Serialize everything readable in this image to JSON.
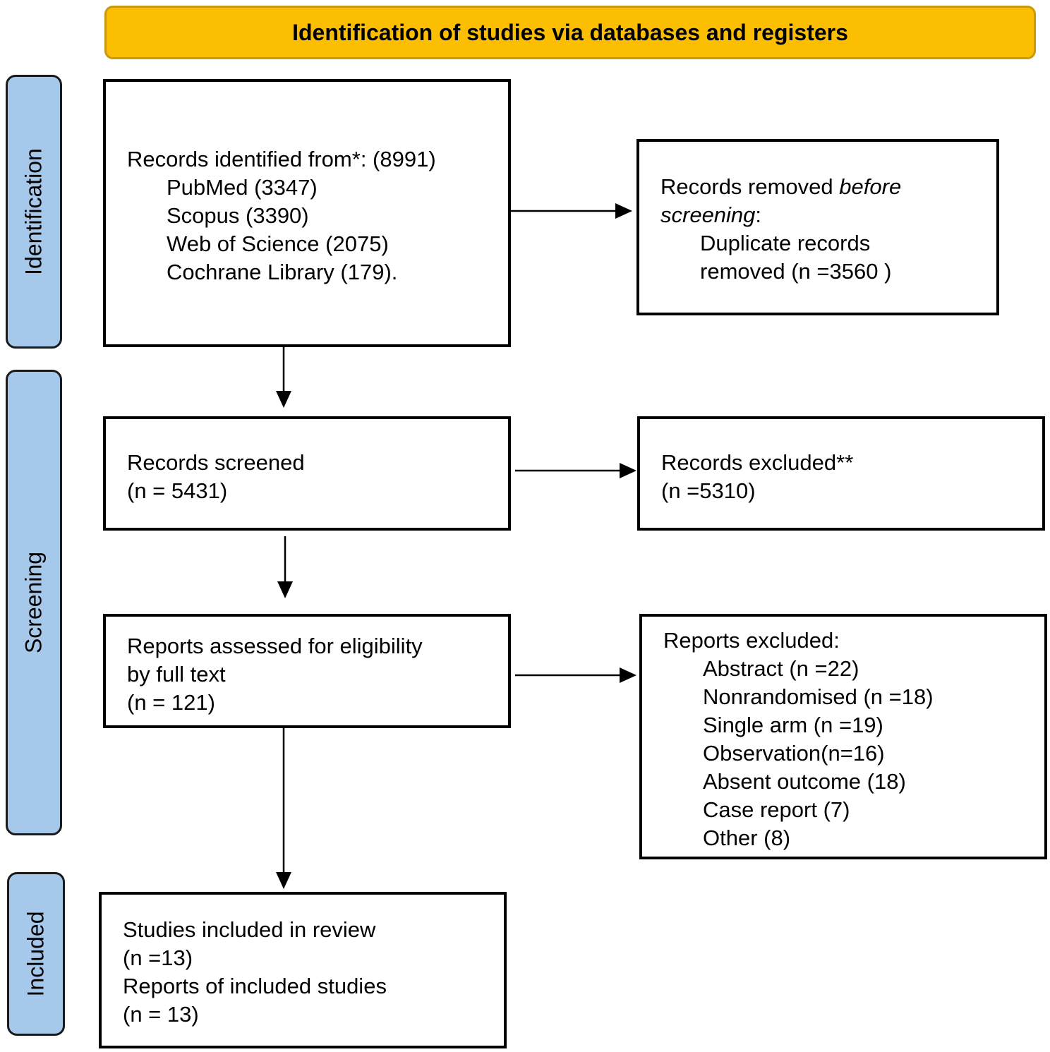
{
  "colors": {
    "banner": "#fbbe00",
    "stage": "#a6c8ea",
    "box_border": "#000000"
  },
  "banner": {
    "title": "Identification of studies via databases and registers"
  },
  "stages": {
    "identification": "Identification",
    "screening": "Screening",
    "included": "Included"
  },
  "records_identified": {
    "heading": "Records identified from*: (8991)",
    "sources": [
      "PubMed (3347)",
      "Scopus (3390)",
      "Web of Science (2075)",
      "Cochrane Library (179)."
    ]
  },
  "records_removed": {
    "prefix": "Records removed ",
    "emphasis_1": "before",
    "emphasis_2": "screening",
    "suffix": ":",
    "detail_1": "Duplicate records",
    "detail_2": "removed (n =3560  )"
  },
  "records_screened": {
    "line_1": "Records screened",
    "line_2": "(n = 5431)"
  },
  "records_excluded": {
    "line_1": "Records excluded**",
    "line_2": "(n =5310)"
  },
  "reports_assessed": {
    "line_1": "Reports assessed for eligibility",
    "line_2": "by full text",
    "line_3": "(n = 121)"
  },
  "reports_excluded": {
    "heading": "Reports excluded:",
    "reasons": [
      "Abstract (n =22)",
      "Nonrandomised (n =18)",
      "Single arm (n =19)",
      "Observation(n=16)",
      "Absent outcome (18)",
      "Case report (7)",
      "Other (8)"
    ]
  },
  "studies_included": {
    "line_1": "Studies included in review",
    "line_2": "(n =13)",
    "line_3": "Reports of included studies",
    "line_4": "(n = 13)"
  }
}
